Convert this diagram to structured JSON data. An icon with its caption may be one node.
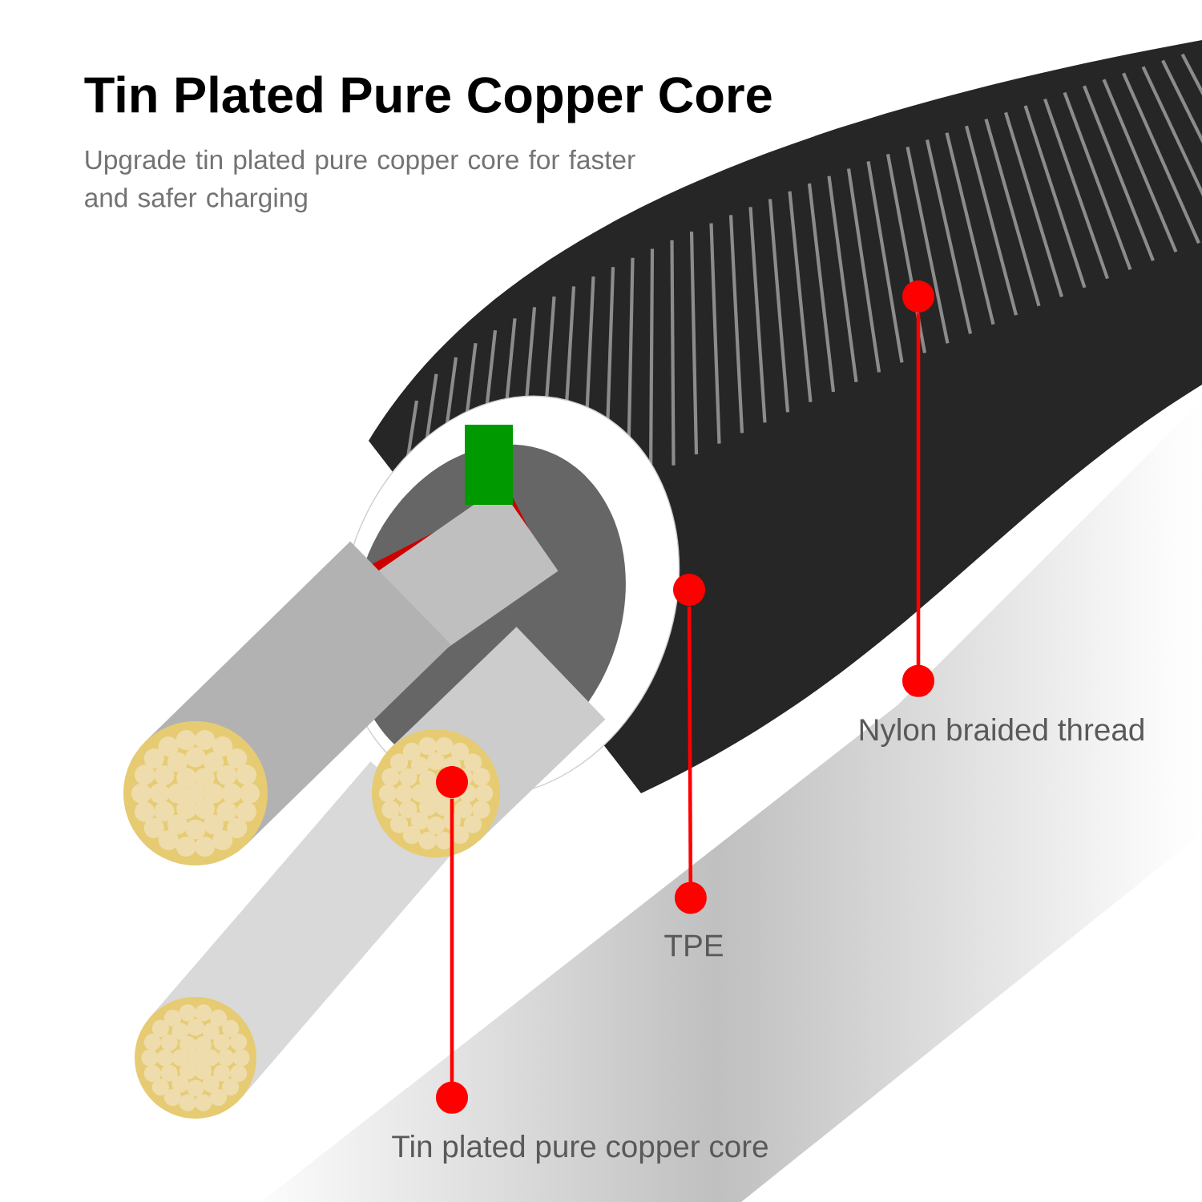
{
  "diagram": {
    "title": "Tin Plated Pure Copper Core",
    "nodes": [
      {
        "text": [
          "Nylon braided thread"
        ]
      },
      {
        "text": [],
        "shape": "circle"
      },
      {
        "text": [
          "TPE"
        ]
      },
      {
        "text": [],
        "shape": "circle"
      },
      {
        "text": [
          "Tin plated pure copper core"
        ]
      },
      {
        "text": [],
        "shape": "circle"
      }
    ],
    "edges": [
      {
        "from": 0,
        "to": 1,
        "arrow": "other"
      },
      {
        "from": 2,
        "to": 3,
        "arrow": "other"
      },
      {
        "from": 4,
        "to": 5,
        "arrow": "other"
      }
    ],
    "labels": [
      "Upgrade tin plated pure copper core for faster and safer charging"
    ]
  }
}
